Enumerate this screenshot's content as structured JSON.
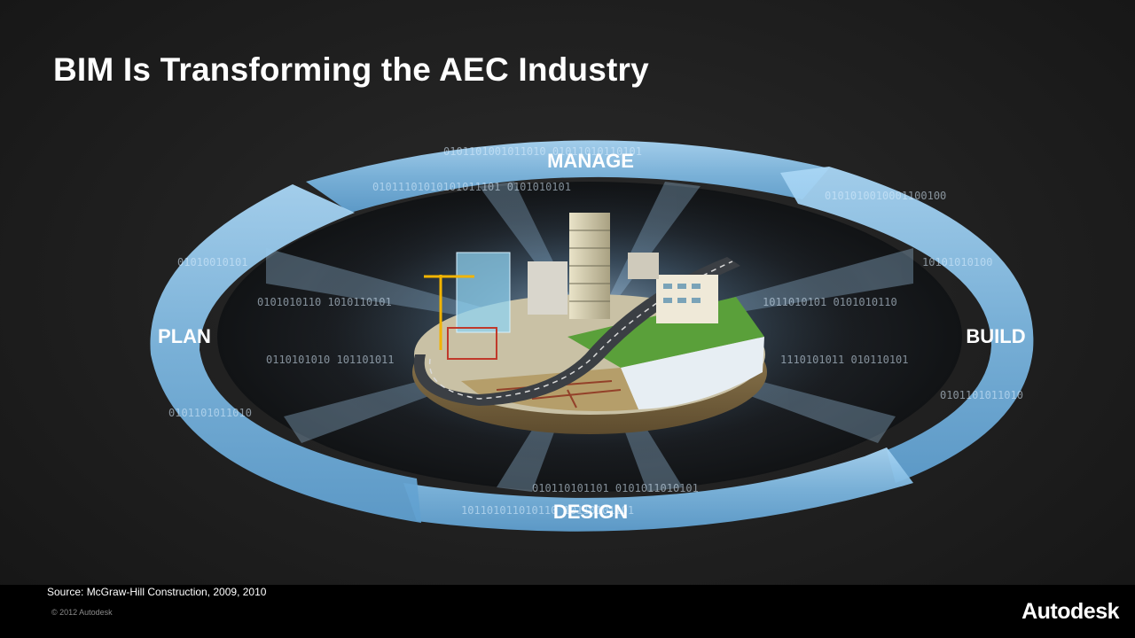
{
  "slide": {
    "title": "BIM Is Transforming the AEC Industry"
  },
  "cycle": {
    "labels": {
      "manage": "MANAGE",
      "build": "BUILD",
      "design": "DESIGN",
      "plan": "PLAN"
    }
  },
  "footer": {
    "source": "Source: McGraw-Hill Construction, 2009, 2010",
    "copyright": "© 2012 Autodesk",
    "brand": "Autodesk"
  },
  "colors": {
    "background": "#1f1f1f",
    "ring": "#8fc4ea",
    "footer": "#000000",
    "title": "#ffffff"
  }
}
